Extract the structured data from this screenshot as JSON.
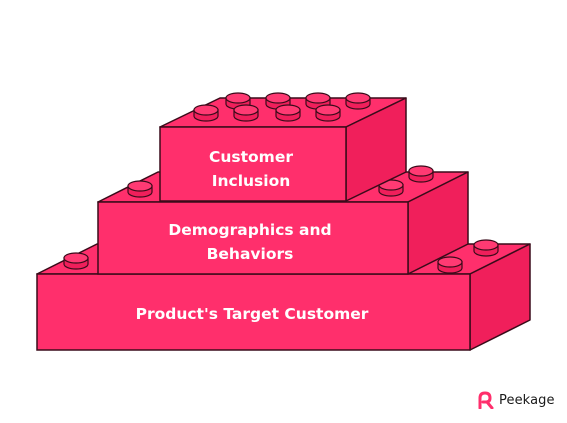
{
  "diagram": {
    "blocks": [
      {
        "id": "top",
        "label_lines": [
          "Customer",
          "Inclusion"
        ]
      },
      {
        "id": "middle",
        "label_lines": [
          "Demographics and",
          "Behaviors"
        ]
      },
      {
        "id": "bottom",
        "label_lines": [
          "Product's Target Customer"
        ]
      }
    ],
    "colors": {
      "front": "#ff2f6c",
      "top": "#ff2f6c",
      "side": "#f01f5b",
      "stud": "#ff3a73",
      "outline": "#3a0b1a",
      "label": "#ffffff"
    }
  },
  "brand": {
    "name": "Peekage",
    "logo_icon": "peekage-logo-icon",
    "logo_color": "#ff2f6c"
  }
}
